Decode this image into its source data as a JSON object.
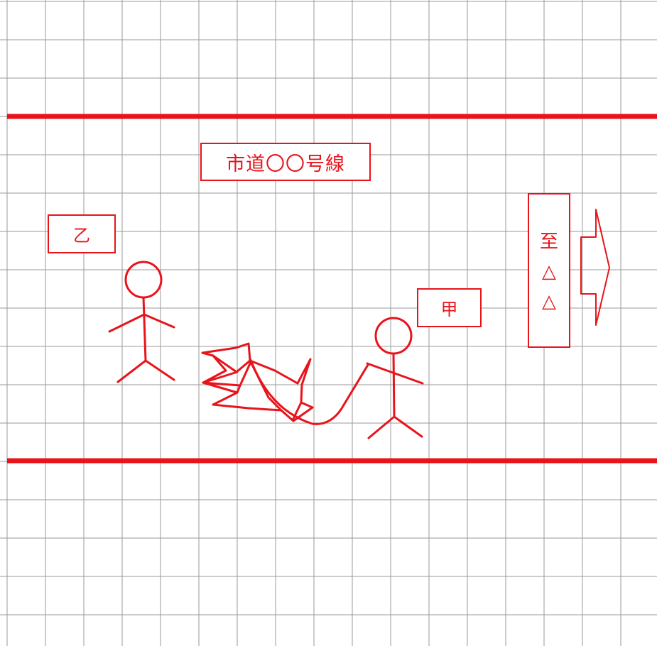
{
  "labels": {
    "road_name": "市道〇〇号線",
    "person_b": "乙",
    "person_a": "甲",
    "direction": {
      "to": "至",
      "place_1": "△",
      "place_2": "△"
    }
  },
  "colors": {
    "ink": "#e8141b",
    "grid": "#9a9a9a",
    "background": "#ffffff"
  },
  "icons": [
    "person-b-figure",
    "person-a-figure",
    "dog-figure",
    "leash-line",
    "direction-arrow-icon"
  ]
}
